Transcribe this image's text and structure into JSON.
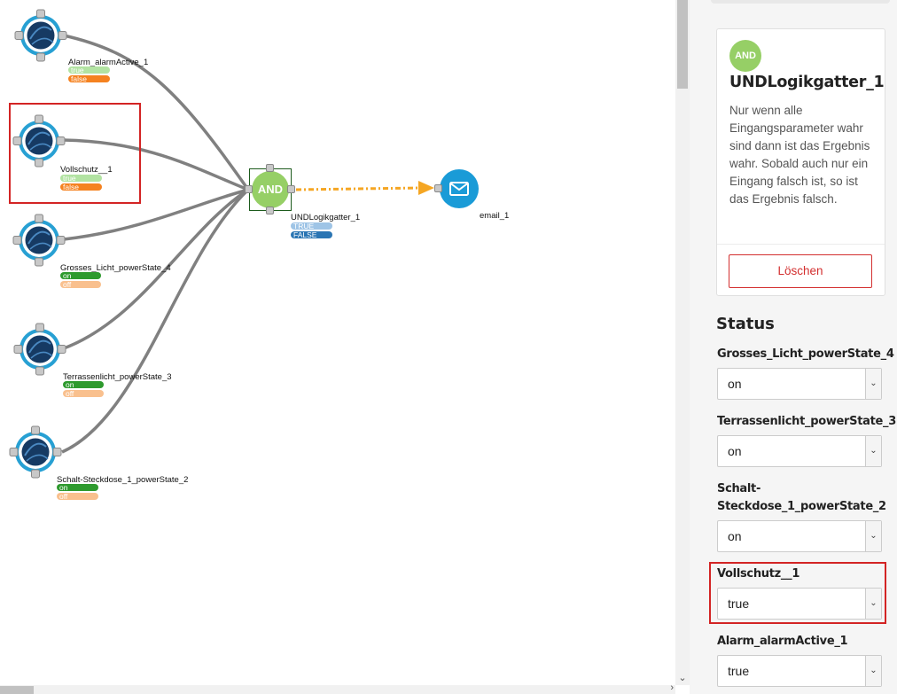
{
  "colors": {
    "accent_and": "#96cf66",
    "email_blue": "#1a9bd7",
    "delete_red": "#d32f2f",
    "highlight_red": "#d32424",
    "edge_gray": "#808080",
    "edge_orange": "#f5a623"
  },
  "canvas": {
    "nodes": [
      {
        "label": "Alarm_alarmActive_1",
        "states": [
          "true",
          "false"
        ],
        "state_styles": [
          "true-light",
          "false"
        ]
      },
      {
        "label": "Vollschutz__1",
        "states": [
          "true",
          "false"
        ],
        "state_styles": [
          "true-light",
          "false"
        ],
        "highlighted": true
      },
      {
        "label": "Grosses_Licht_powerState_4",
        "states": [
          "on",
          "off"
        ],
        "state_styles": [
          "on",
          "off"
        ]
      },
      {
        "label": "Terrassenlicht_powerState_3",
        "states": [
          "on",
          "off"
        ],
        "state_styles": [
          "on",
          "off"
        ]
      },
      {
        "label": "Schalt-Steckdose_1_powerState_2",
        "states": [
          "on",
          "off"
        ],
        "state_styles": [
          "on",
          "off"
        ]
      }
    ],
    "and_gate": {
      "text": "AND",
      "label": "UNDLogikgatter_1",
      "states": [
        "TRUE",
        "FALSE"
      ]
    },
    "email": {
      "label": "email_1",
      "icon": "envelope-icon"
    }
  },
  "panel": {
    "card": {
      "badge": "AND",
      "title": "UNDLogikgatter_1",
      "description": "Nur wenn alle Eingangsparameter wahr sind dann ist das Ergebnis wahr. Sobald auch nur ein Eingang falsch ist, so ist das Ergebnis falsch.",
      "delete_label": "Löschen"
    },
    "status_title": "Status",
    "fields": [
      {
        "label": "Grosses_Licht_powerState_4",
        "value": "on"
      },
      {
        "label": "Terrassenlicht_powerState_3",
        "value": "on"
      },
      {
        "label": "Schalt-Steckdose_1_powerState_2",
        "value": "on"
      },
      {
        "label": "Vollschutz__1",
        "value": "true",
        "highlighted": true
      },
      {
        "label": "Alarm_alarmActive_1",
        "value": "true"
      }
    ]
  }
}
